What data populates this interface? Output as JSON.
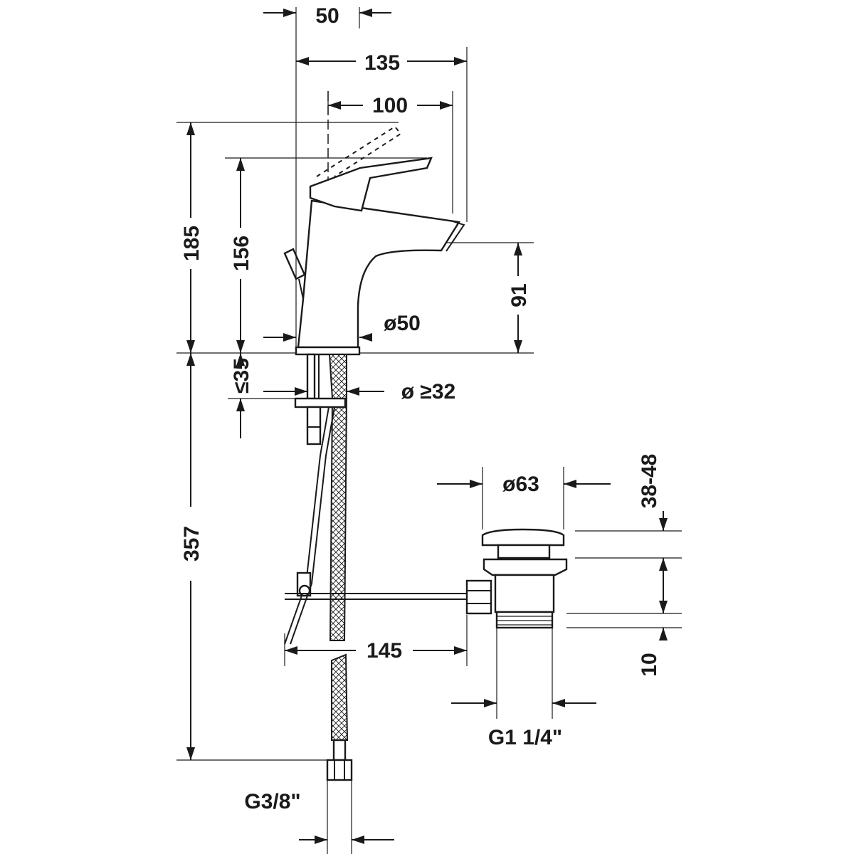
{
  "dimensions": {
    "outlet_offset": "50",
    "overall_depth": "135",
    "spout_projection": "100",
    "total_height": "185",
    "lever_height": "156",
    "spout_height": "91",
    "base_diameter": "ø50",
    "deck_thickness": "≤35",
    "hole_diameter": "ø ≥32",
    "hose_length": "357",
    "waste_diameter": "ø63",
    "plug_lift": "38-48",
    "rod_length": "145",
    "thread_height": "10",
    "waste_thread": "G1 1/4\"",
    "hose_thread": "G3/8\""
  }
}
